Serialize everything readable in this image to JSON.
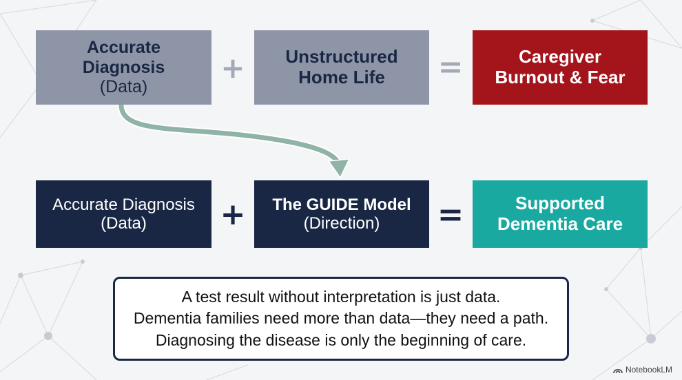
{
  "colors": {
    "gray_box": "#8e95a6",
    "gray_text": "#1a2744",
    "red_box": "#a3141b",
    "navy_box": "#1a2744",
    "teal_box": "#1aa9a1",
    "arrow": "#8fb3a6",
    "operator_gray": "#a3a9b6",
    "operator_navy": "#1a2744"
  },
  "row1": {
    "box1": {
      "line1": "Accurate",
      "line2": "Diagnosis",
      "line3": "(Data)"
    },
    "plus": "+",
    "box2": {
      "line1": "Unstructured",
      "line2": "Home Life"
    },
    "equals": "=",
    "box3": {
      "line1": "Caregiver",
      "line2": "Burnout & Fear"
    }
  },
  "row2": {
    "box1": {
      "line1": "Accurate Diagnosis",
      "line2": "(Data)"
    },
    "plus": "+",
    "box2": {
      "line1": "The GUIDE Model",
      "line2": "(Direction)"
    },
    "equals": "=",
    "box3": {
      "line1": "Supported",
      "line2": "Dementia Care"
    }
  },
  "note": {
    "line1": "A test result without interpretation is just data.",
    "line2": "Dementia families need more than data—they need a path.",
    "line3": "Diagnosing the disease is only the beginning of care."
  },
  "brand": {
    "icon": "notebooklm-icon",
    "label": "NotebookLM"
  }
}
